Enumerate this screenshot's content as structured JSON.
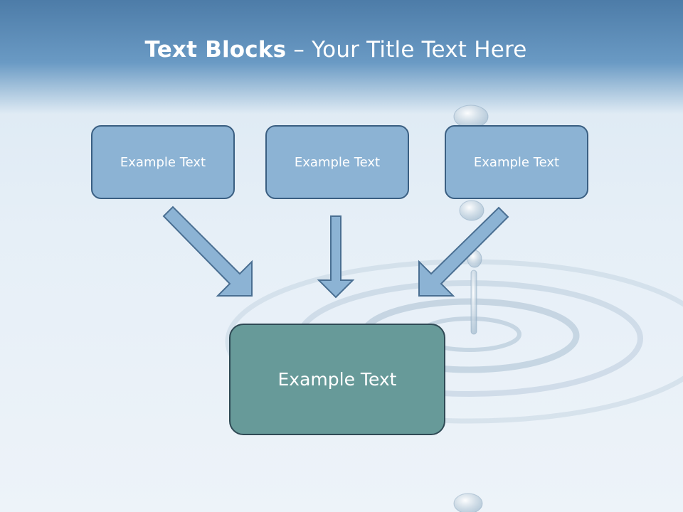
{
  "slide": {
    "title_bold": "Text Blocks",
    "title_separator": " – ",
    "title_rest": "Your Title Text Here"
  },
  "diagram": {
    "top_boxes": [
      {
        "label": "Example Text"
      },
      {
        "label": "Example Text"
      },
      {
        "label": "Example Text"
      }
    ],
    "bottom_box": {
      "label": "Example Text"
    }
  },
  "colors": {
    "header": "#5f8fba",
    "top_box_fill": "#8cb3d4",
    "top_box_border": "#3a5f82",
    "bottom_box_fill": "#679a99",
    "bottom_box_border": "#2f4a55",
    "arrow_fill": "#8cb3d4",
    "arrow_border": "#4a6f92"
  }
}
